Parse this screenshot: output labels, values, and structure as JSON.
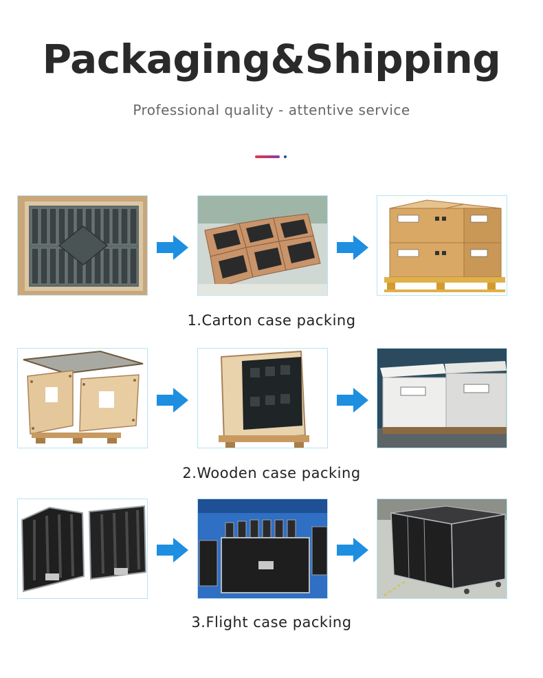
{
  "header": {
    "title": "Packaging&Shipping",
    "subtitle": "Professional quality - attentive service"
  },
  "colors": {
    "accent_gradient_start": "#e23a4a",
    "accent_gradient_end": "#8b3aa8",
    "accent_dot": "#2a3f9c",
    "arrow": "#1e8fe0",
    "photo_border": "#b9e3f2"
  },
  "rows": [
    {
      "caption": "1.Carton case packing",
      "photos": [
        "led-modules-in-carton-photo",
        "open-cartons-photo",
        "cartons-on-pallet-photo"
      ]
    },
    {
      "caption": "2.Wooden case packing",
      "photos": [
        "open-wooden-crate-photo",
        "display-cabinet-in-crate-photo",
        "wrapped-wooden-crates-photo"
      ]
    },
    {
      "caption": "3.Flight case packing",
      "photos": [
        "open-flight-cases-photo",
        "loaded-flight-case-photo",
        "rows-of-flight-cases-photo"
      ]
    }
  ]
}
